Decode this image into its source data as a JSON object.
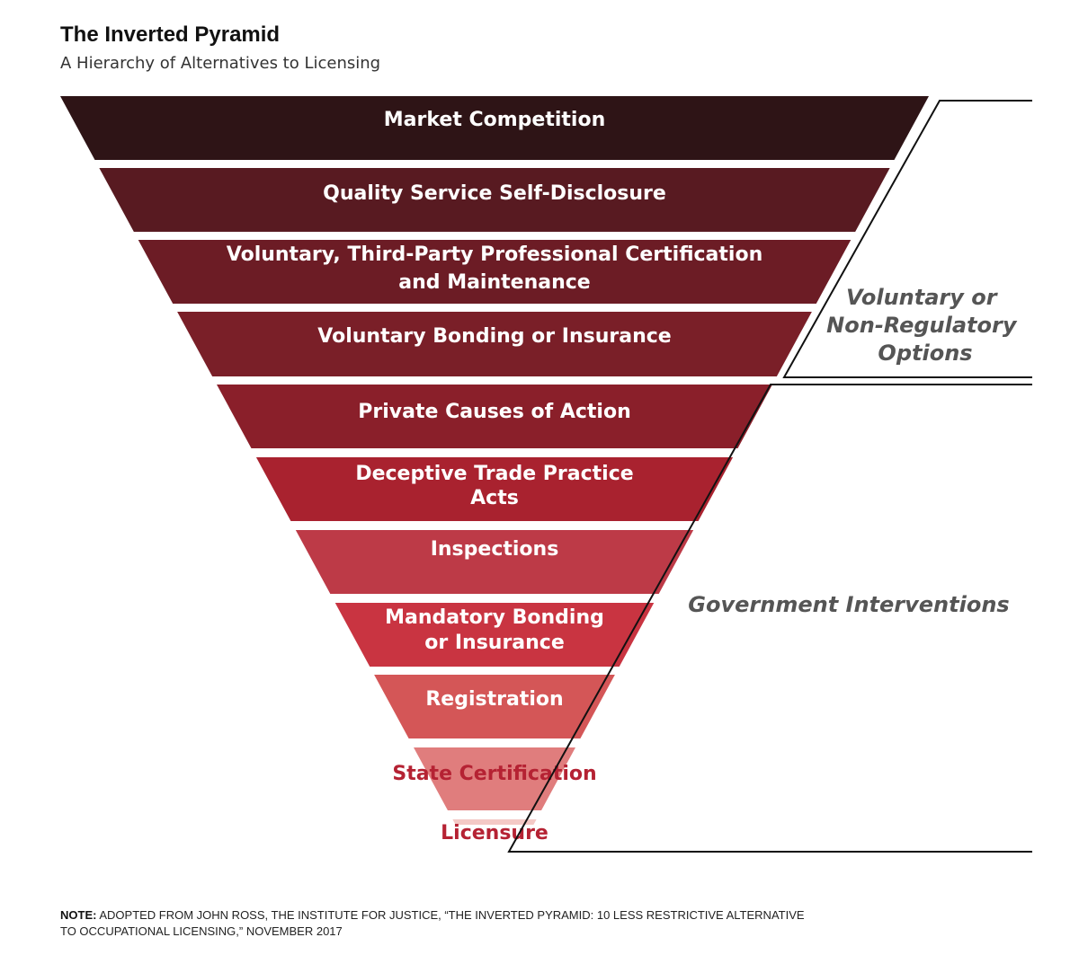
{
  "title": "The Inverted Pyramid",
  "subtitle": "A Hierarchy of Alternatives to Licensing",
  "tiers": [
    {
      "lines": [
        "Market Competition"
      ],
      "color": "#2e1416"
    },
    {
      "lines": [
        "Quality Service Self-Disclosure"
      ],
      "color": "#581a21"
    },
    {
      "lines": [
        "Voluntary, Third-Party Professional Certification",
        "and Maintenance"
      ],
      "color": "#6c1c25"
    },
    {
      "lines": [
        "Voluntary Bonding or Insurance"
      ],
      "color": "#7a1f28"
    },
    {
      "lines": [
        "Private Causes of Action"
      ],
      "color": "#8a1f2a"
    },
    {
      "lines": [
        "Deceptive Trade Practice",
        "Acts"
      ],
      "color": "#a9222f"
    },
    {
      "lines": [
        "Inspections"
      ],
      "color": "#bd3a47"
    },
    {
      "lines": [
        "Mandatory Bonding",
        "or Insurance"
      ],
      "color": "#c93441"
    },
    {
      "lines": [
        "Registration"
      ],
      "color": "#d45657"
    },
    {
      "lines": [
        "State Certification"
      ],
      "color": "#e07d7d"
    },
    {
      "lines": [
        "Licensure"
      ],
      "color": "#f4c9c6"
    }
  ],
  "groups": {
    "voluntary": [
      "Voluntary or",
      "Non-Regulatory",
      "Options"
    ],
    "government": [
      "Government Interventions"
    ]
  },
  "note": {
    "prefix": "NOTE:",
    "line1": " ADOPTED FROM JOHN ROSS, THE INSTITUTE FOR JUSTICE, “THE INVERTED PYRAMID: 10 LESS RESTRICTIVE ALTERNATIVE",
    "line2": "TO OCCUPATIONAL LICENSING,” NOVEMBER 2017"
  }
}
